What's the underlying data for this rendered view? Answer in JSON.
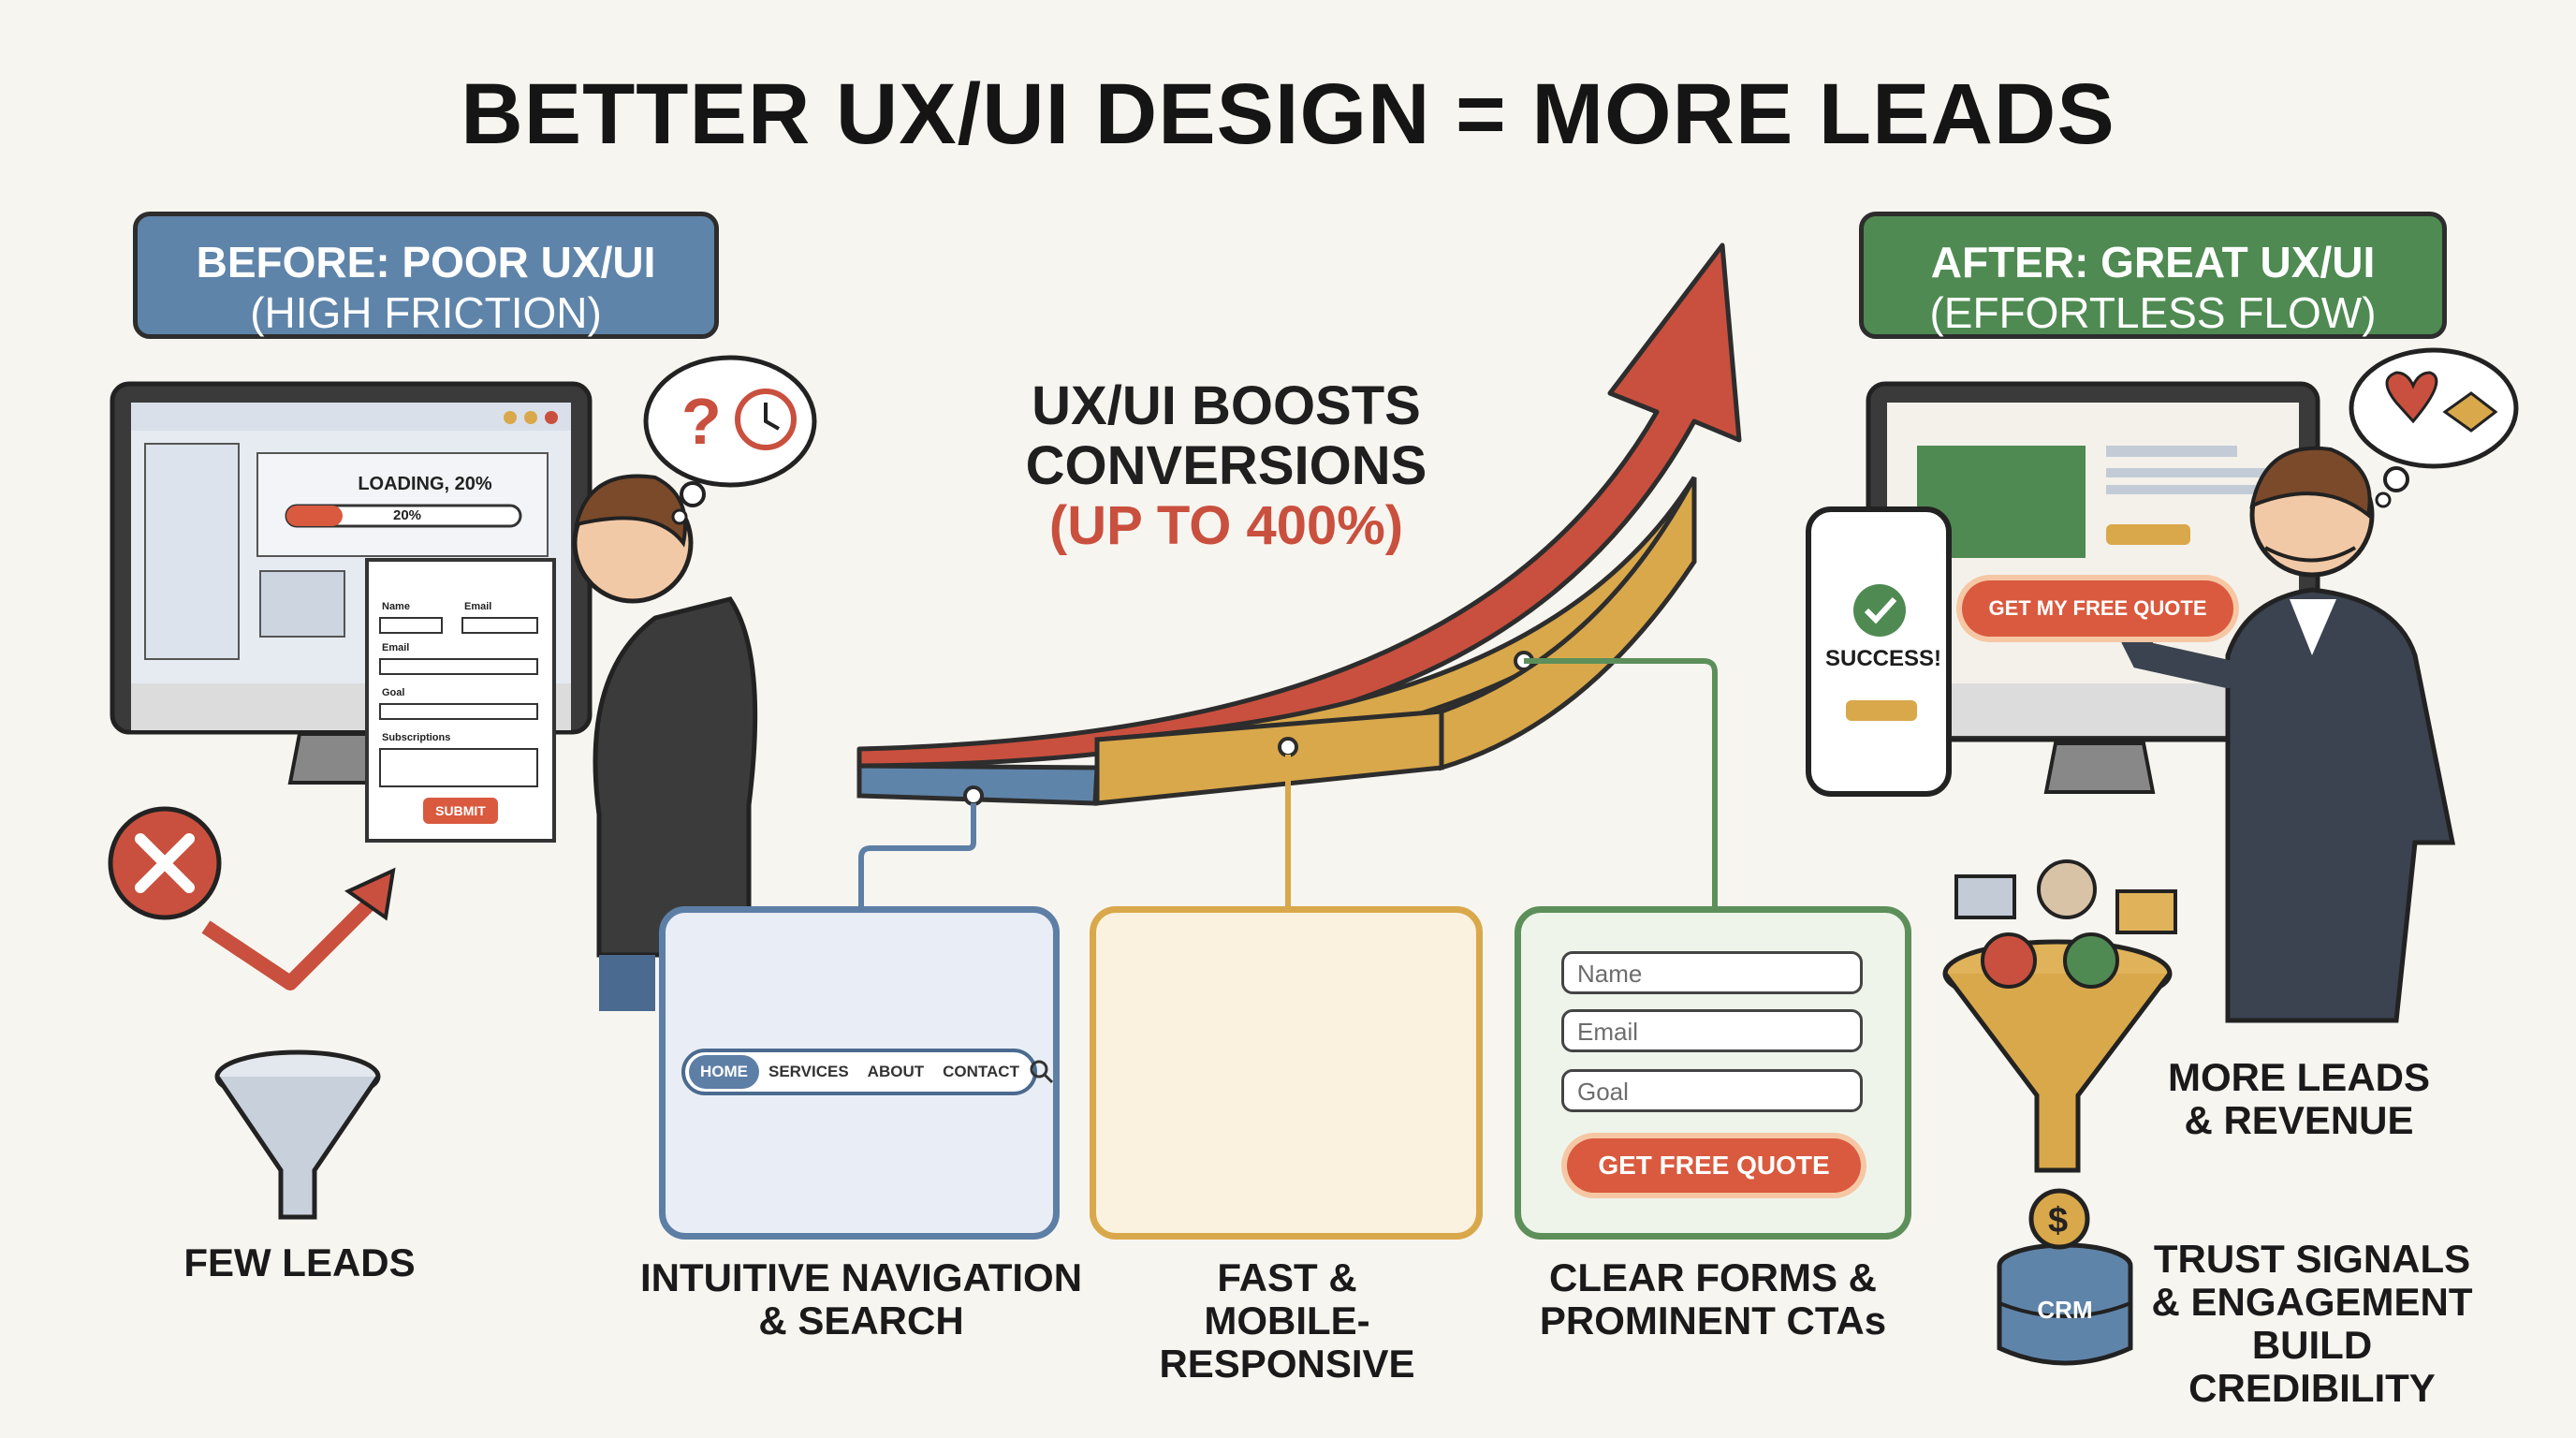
{
  "title": "BETTER UX/UI DESIGN = MORE LEADS",
  "before": {
    "banner_title": "BEFORE: POOR UX/UI",
    "banner_sub": "(HIGH FRICTION)",
    "loading_text": "LOADING, 20%",
    "progress_label": "20%",
    "progress": 0.2,
    "form": {
      "name_label": "Name",
      "email_label": "Email",
      "email2_label": "Email",
      "goal_label": "Goal",
      "subscriptions_label": "Subscriptions",
      "submit_label": "SUBMIT"
    },
    "result_label": "FEW LEADS"
  },
  "after": {
    "banner_title": "AFTER: GREAT UX/UI",
    "banner_sub": "(EFFORTLESS FLOW)",
    "cta_label": "GET MY FREE QUOTE",
    "success_label": "SUCCESS!",
    "more_leads_label_1": "MORE LEADS",
    "more_leads_label_2": "& REVENUE",
    "trust_label_1": "TRUST SIGNALS",
    "trust_label_2": "& ENGAGEMENT",
    "trust_label_3": "BUILD CREDIBILITY",
    "crm_label": "CRM"
  },
  "boost": {
    "line1": "UX/UI BOOSTS",
    "line2": "CONVERSIONS",
    "line3": "(UP TO 400%)"
  },
  "features": {
    "nav": {
      "label_1": "INTUITIVE NAVIGATION",
      "label_2": "& SEARCH",
      "menu": [
        "HOME",
        "SERVICES",
        "ABOUT",
        "CONTACT"
      ]
    },
    "fast": {
      "label_1": "FAST &",
      "label_2": "MOBILE-RESPONSIVE"
    },
    "forms": {
      "label_1": "CLEAR FORMS &",
      "label_2": "PROMINENT CTAs",
      "field_placeholders": [
        "Name",
        "Email",
        "Goal"
      ],
      "cta_label": "GET FREE QUOTE"
    }
  },
  "colors": {
    "blue": "#5f84a9",
    "green": "#4f8a52",
    "red": "#d95a3f",
    "gold": "#d9a84a",
    "dark": "#2d2d2d"
  }
}
